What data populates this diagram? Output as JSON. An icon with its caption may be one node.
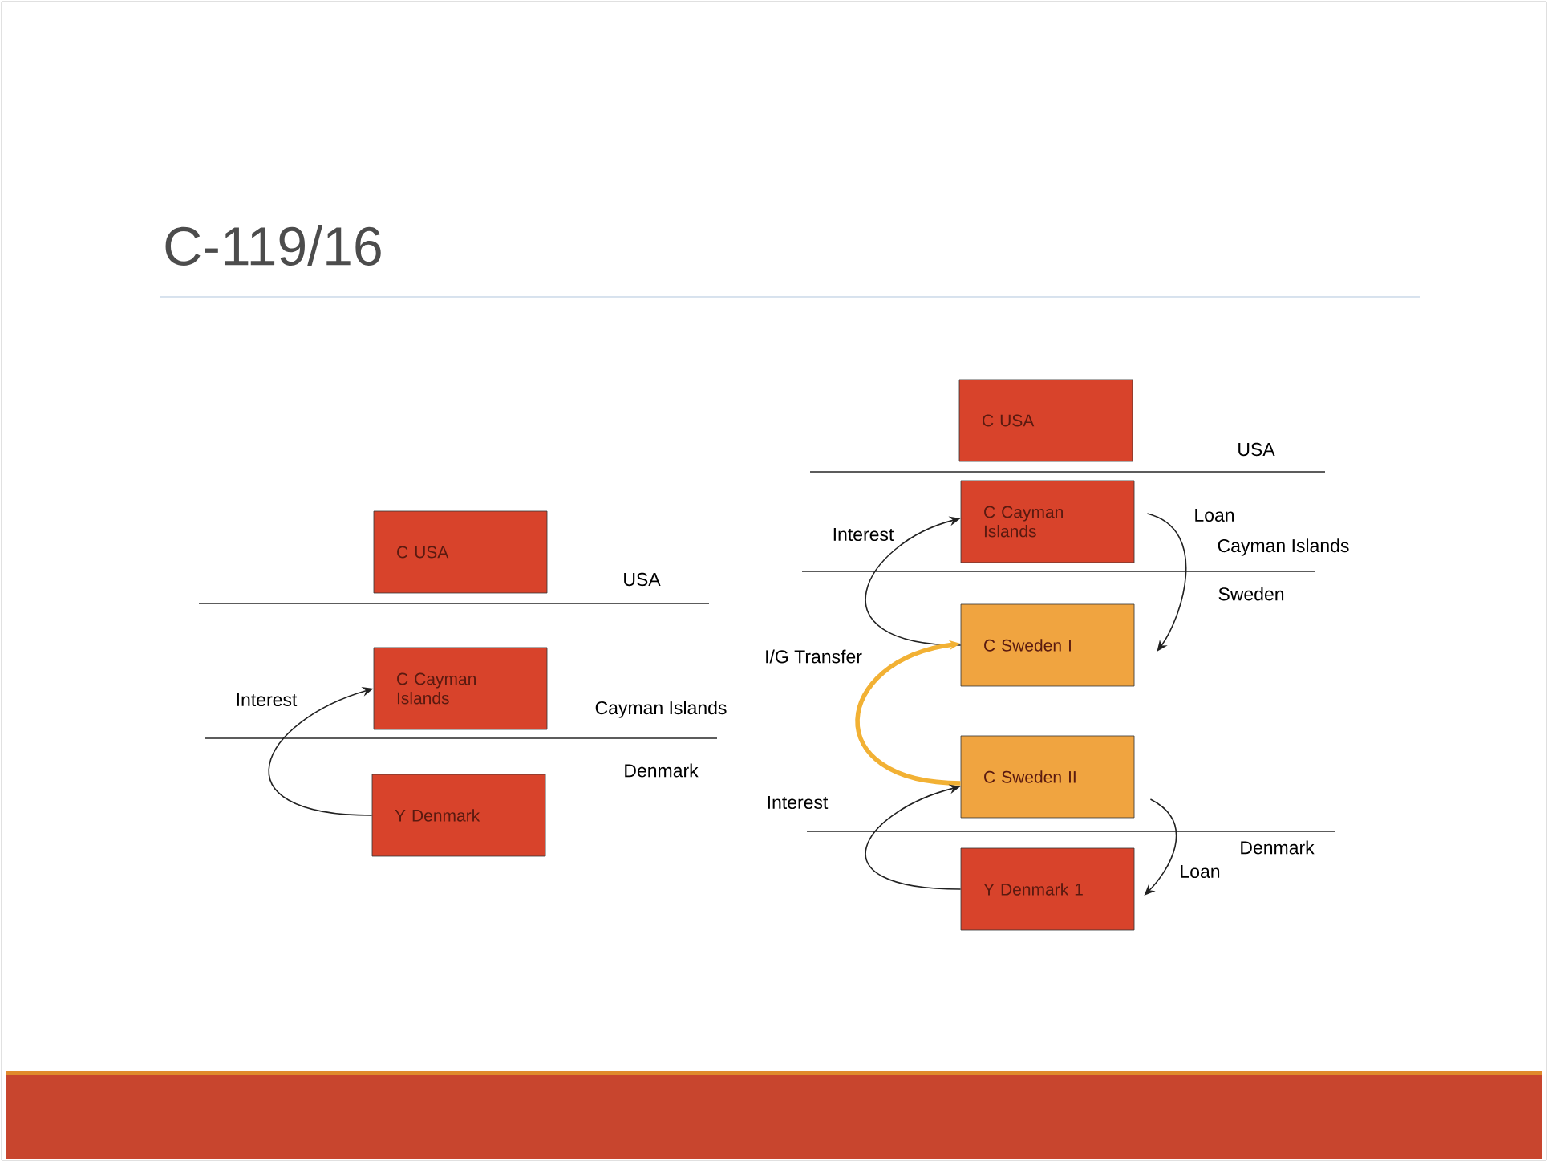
{
  "diagram": {
    "title": "C-119/16",
    "nodes": [
      {
        "text": [
          "C USA"
        ]
      },
      {
        "text": [
          "C Cayman Islands"
        ]
      },
      {
        "text": [
          "Y Denmark"
        ]
      },
      {
        "text": [
          "C USA"
        ]
      },
      {
        "text": [
          "C Cayman Islands"
        ]
      },
      {
        "text": [
          "C Sweden I"
        ]
      },
      {
        "text": [
          "C Sweden II"
        ]
      },
      {
        "text": [
          "Y Denmark 1"
        ]
      }
    ],
    "edges": [
      {
        "from": 2,
        "to": 1,
        "arrow": "to",
        "label": "Interest"
      },
      {
        "from": 5,
        "to": 4,
        "arrow": "to",
        "label": "Interest"
      },
      {
        "from": 4,
        "to": 5,
        "arrow": "to",
        "label": "Loan"
      },
      {
        "from": 6,
        "to": 5,
        "arrow": "to",
        "label": "I/G Transfer",
        "style": "thick",
        "color": "#f2b134"
      },
      {
        "from": 7,
        "to": 6,
        "arrow": "to",
        "label": "Interest"
      },
      {
        "from": 6,
        "to": 7,
        "arrow": "to",
        "label": "Loan"
      }
    ],
    "labels": [
      "USA",
      "Cayman Islands",
      "USA",
      "Sweden",
      "Cayman Islands",
      "Denmark",
      "Denmark"
    ]
  }
}
